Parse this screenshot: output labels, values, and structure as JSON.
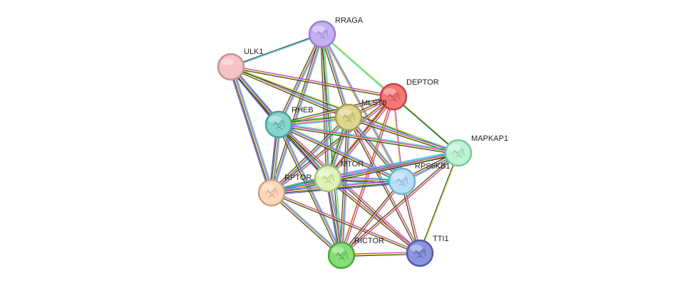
{
  "colors": {
    "edge_palette": [
      "#2ed0e0",
      "#d61ed6",
      "#c8e81c",
      "#333333",
      "#3a48d6",
      "#22c53a",
      "#e31c1c"
    ],
    "label_text": "#222222"
  },
  "nodes": [
    {
      "id": "RRAGA",
      "label": "RRAGA",
      "fill": "#c5b0f2",
      "stroke": "#9b7fd4",
      "icon": "protein-structure-icon"
    },
    {
      "id": "ULK1",
      "label": "ULK1",
      "fill": "#f7c2c4",
      "stroke": "#c89090",
      "icon": "none"
    },
    {
      "id": "DEPTOR",
      "label": "DEPTOR",
      "fill": "#f27878",
      "stroke": "#cc4040",
      "icon": "protein-structure-icon"
    },
    {
      "id": "MLST8",
      "label": "MLST8",
      "fill": "#ddd590",
      "stroke": "#a8a050",
      "icon": "protein-structure-icon"
    },
    {
      "id": "RHEB",
      "label": "RHEB",
      "fill": "#86d4cc",
      "stroke": "#48a098",
      "icon": "protein-structure-icon"
    },
    {
      "id": "MAPKAP1",
      "label": "MAPKAP1",
      "fill": "#bef2d4",
      "stroke": "#7cc89c",
      "icon": "protein-structure-icon"
    },
    {
      "id": "RPS6KB1",
      "label": "RPS6KB1",
      "fill": "#b8def8",
      "stroke": "#78aed0",
      "icon": "protein-structure-icon"
    },
    {
      "id": "MTOR",
      "label": "MTOR",
      "fill": "#e0f2b8",
      "stroke": "#a8c078",
      "icon": "protein-structure-icon"
    },
    {
      "id": "RPTOR",
      "label": "RPTOR",
      "fill": "#fbd8bc",
      "stroke": "#d0a078",
      "icon": "protein-structure-icon"
    },
    {
      "id": "RICTOR",
      "label": "RICTOR",
      "fill": "#86dc76",
      "stroke": "#4aa83c",
      "icon": "protein-structure-icon"
    },
    {
      "id": "TTI1",
      "label": "TTI1",
      "fill": "#8c94de",
      "stroke": "#505aa8",
      "icon": "protein-structure-icon"
    }
  ],
  "edges": [
    {
      "source": "RRAGA",
      "target": "ULK1",
      "colors": [
        "#2ed0e0",
        "#333333"
      ]
    },
    {
      "source": "RRAGA",
      "target": "DEPTOR",
      "colors": [
        "#c8e81c",
        "#2ed0e0"
      ]
    },
    {
      "source": "RRAGA",
      "target": "MLST8",
      "colors": [
        "#2ed0e0",
        "#d61ed6",
        "#c8e81c",
        "#333333"
      ]
    },
    {
      "source": "RRAGA",
      "target": "RHEB",
      "colors": [
        "#2ed0e0",
        "#d61ed6",
        "#c8e81c",
        "#333333"
      ]
    },
    {
      "source": "RRAGA",
      "target": "MTOR",
      "colors": [
        "#2ed0e0",
        "#d61ed6",
        "#c8e81c",
        "#333333"
      ]
    },
    {
      "source": "RRAGA",
      "target": "RPTOR",
      "colors": [
        "#2ed0e0",
        "#d61ed6",
        "#c8e81c",
        "#333333"
      ]
    },
    {
      "source": "RRAGA",
      "target": "MAPKAP1",
      "colors": [
        "#c8e81c",
        "#2ed0e0"
      ]
    },
    {
      "source": "RRAGA",
      "target": "RPS6KB1",
      "colors": [
        "#2ed0e0",
        "#d61ed6",
        "#c8e81c"
      ]
    },
    {
      "source": "RRAGA",
      "target": "RICTOR",
      "colors": [
        "#2ed0e0",
        "#c8e81c",
        "#333333"
      ]
    },
    {
      "source": "ULK1",
      "target": "DEPTOR",
      "colors": [
        "#d61ed6",
        "#c8e81c",
        "#333333"
      ]
    },
    {
      "source": "ULK1",
      "target": "MLST8",
      "colors": [
        "#2ed0e0",
        "#d61ed6",
        "#c8e81c",
        "#333333"
      ]
    },
    {
      "source": "ULK1",
      "target": "RHEB",
      "colors": [
        "#2ed0e0",
        "#d61ed6",
        "#c8e81c",
        "#333333",
        "#3a48d6"
      ]
    },
    {
      "source": "ULK1",
      "target": "MTOR",
      "colors": [
        "#2ed0e0",
        "#d61ed6",
        "#c8e81c",
        "#333333"
      ]
    },
    {
      "source": "ULK1",
      "target": "RPTOR",
      "colors": [
        "#2ed0e0",
        "#d61ed6",
        "#c8e81c",
        "#333333",
        "#3a48d6"
      ]
    },
    {
      "source": "ULK1",
      "target": "MAPKAP1",
      "colors": [
        "#c8e81c",
        "#333333"
      ]
    },
    {
      "source": "DEPTOR",
      "target": "MLST8",
      "colors": [
        "#d61ed6",
        "#c8e81c",
        "#333333"
      ]
    },
    {
      "source": "DEPTOR",
      "target": "RHEB",
      "colors": [
        "#d61ed6",
        "#c8e81c",
        "#333333"
      ]
    },
    {
      "source": "DEPTOR",
      "target": "MTOR",
      "colors": [
        "#d61ed6",
        "#c8e81c",
        "#333333",
        "#e31c1c"
      ]
    },
    {
      "source": "DEPTOR",
      "target": "RPTOR",
      "colors": [
        "#d61ed6",
        "#c8e81c",
        "#333333"
      ]
    },
    {
      "source": "DEPTOR",
      "target": "MAPKAP1",
      "colors": [
        "#333333"
      ]
    },
    {
      "source": "DEPTOR",
      "target": "RPS6KB1",
      "colors": [
        "#d61ed6",
        "#c8e81c"
      ]
    },
    {
      "source": "DEPTOR",
      "target": "RICTOR",
      "colors": [
        "#d61ed6",
        "#c8e81c",
        "#e31c1c"
      ]
    },
    {
      "source": "MLST8",
      "target": "RHEB",
      "colors": [
        "#2ed0e0",
        "#d61ed6",
        "#c8e81c",
        "#333333",
        "#22c53a"
      ]
    },
    {
      "source": "MLST8",
      "target": "MTOR",
      "colors": [
        "#2ed0e0",
        "#d61ed6",
        "#c8e81c",
        "#333333",
        "#22c53a"
      ]
    },
    {
      "source": "MLST8",
      "target": "RPTOR",
      "colors": [
        "#2ed0e0",
        "#d61ed6",
        "#c8e81c",
        "#333333"
      ]
    },
    {
      "source": "MLST8",
      "target": "MAPKAP1",
      "colors": [
        "#2ed0e0",
        "#d61ed6",
        "#c8e81c",
        "#333333"
      ]
    },
    {
      "source": "MLST8",
      "target": "RPS6KB1",
      "colors": [
        "#2ed0e0",
        "#d61ed6",
        "#c8e81c",
        "#333333"
      ]
    },
    {
      "source": "MLST8",
      "target": "RICTOR",
      "colors": [
        "#2ed0e0",
        "#d61ed6",
        "#c8e81c",
        "#333333"
      ]
    },
    {
      "source": "MLST8",
      "target": "TTI1",
      "colors": [
        "#d61ed6",
        "#c8e81c",
        "#333333"
      ]
    },
    {
      "source": "RHEB",
      "target": "MTOR",
      "colors": [
        "#2ed0e0",
        "#d61ed6",
        "#c8e81c",
        "#333333",
        "#3a48d6"
      ]
    },
    {
      "source": "RHEB",
      "target": "RPTOR",
      "colors": [
        "#2ed0e0",
        "#d61ed6",
        "#c8e81c",
        "#333333",
        "#3a48d6"
      ]
    },
    {
      "source": "RHEB",
      "target": "MAPKAP1",
      "colors": [
        "#2ed0e0",
        "#d61ed6",
        "#c8e81c",
        "#333333"
      ]
    },
    {
      "source": "RHEB",
      "target": "RPS6KB1",
      "colors": [
        "#2ed0e0",
        "#d61ed6",
        "#c8e81c",
        "#333333"
      ]
    },
    {
      "source": "RHEB",
      "target": "RICTOR",
      "colors": [
        "#2ed0e0",
        "#d61ed6",
        "#c8e81c",
        "#333333"
      ]
    },
    {
      "source": "RHEB",
      "target": "TTI1",
      "colors": [
        "#d61ed6",
        "#c8e81c",
        "#333333"
      ]
    },
    {
      "source": "MTOR",
      "target": "RPTOR",
      "colors": [
        "#2ed0e0",
        "#d61ed6",
        "#c8e81c",
        "#333333",
        "#3a48d6",
        "#22c53a"
      ]
    },
    {
      "source": "MTOR",
      "target": "MAPKAP1",
      "colors": [
        "#2ed0e0",
        "#d61ed6",
        "#c8e81c",
        "#333333",
        "#3a48d6"
      ]
    },
    {
      "source": "MTOR",
      "target": "RPS6KB1",
      "colors": [
        "#2ed0e0",
        "#d61ed6",
        "#c8e81c",
        "#333333",
        "#3a48d6"
      ]
    },
    {
      "source": "MTOR",
      "target": "RICTOR",
      "colors": [
        "#2ed0e0",
        "#d61ed6",
        "#c8e81c",
        "#333333",
        "#3a48d6"
      ]
    },
    {
      "source": "MTOR",
      "target": "TTI1",
      "colors": [
        "#d61ed6",
        "#c8e81c",
        "#333333"
      ]
    },
    {
      "source": "RPTOR",
      "target": "MAPKAP1",
      "colors": [
        "#2ed0e0",
        "#d61ed6",
        "#c8e81c",
        "#333333"
      ]
    },
    {
      "source": "RPTOR",
      "target": "RPS6KB1",
      "colors": [
        "#2ed0e0",
        "#d61ed6",
        "#c8e81c",
        "#333333",
        "#3a48d6"
      ]
    },
    {
      "source": "RPTOR",
      "target": "RICTOR",
      "colors": [
        "#2ed0e0",
        "#d61ed6",
        "#c8e81c",
        "#333333"
      ]
    },
    {
      "source": "RPTOR",
      "target": "TTI1",
      "colors": [
        "#d61ed6",
        "#c8e81c",
        "#333333"
      ]
    },
    {
      "source": "MAPKAP1",
      "target": "RPS6KB1",
      "colors": [
        "#2ed0e0",
        "#d61ed6",
        "#c8e81c",
        "#333333"
      ]
    },
    {
      "source": "MAPKAP1",
      "target": "RICTOR",
      "colors": [
        "#d61ed6",
        "#c8e81c",
        "#333333"
      ]
    },
    {
      "source": "MAPKAP1",
      "target": "TTI1",
      "colors": [
        "#c8e81c",
        "#333333"
      ]
    },
    {
      "source": "RPS6KB1",
      "target": "RICTOR",
      "colors": [
        "#d61ed6",
        "#c8e81c",
        "#333333"
      ]
    },
    {
      "source": "RPS6KB1",
      "target": "TTI1",
      "colors": [
        "#d61ed6",
        "#c8e81c",
        "#333333"
      ]
    },
    {
      "source": "RICTOR",
      "target": "TTI1",
      "colors": [
        "#d61ed6",
        "#c8e81c",
        "#333333"
      ]
    }
  ]
}
